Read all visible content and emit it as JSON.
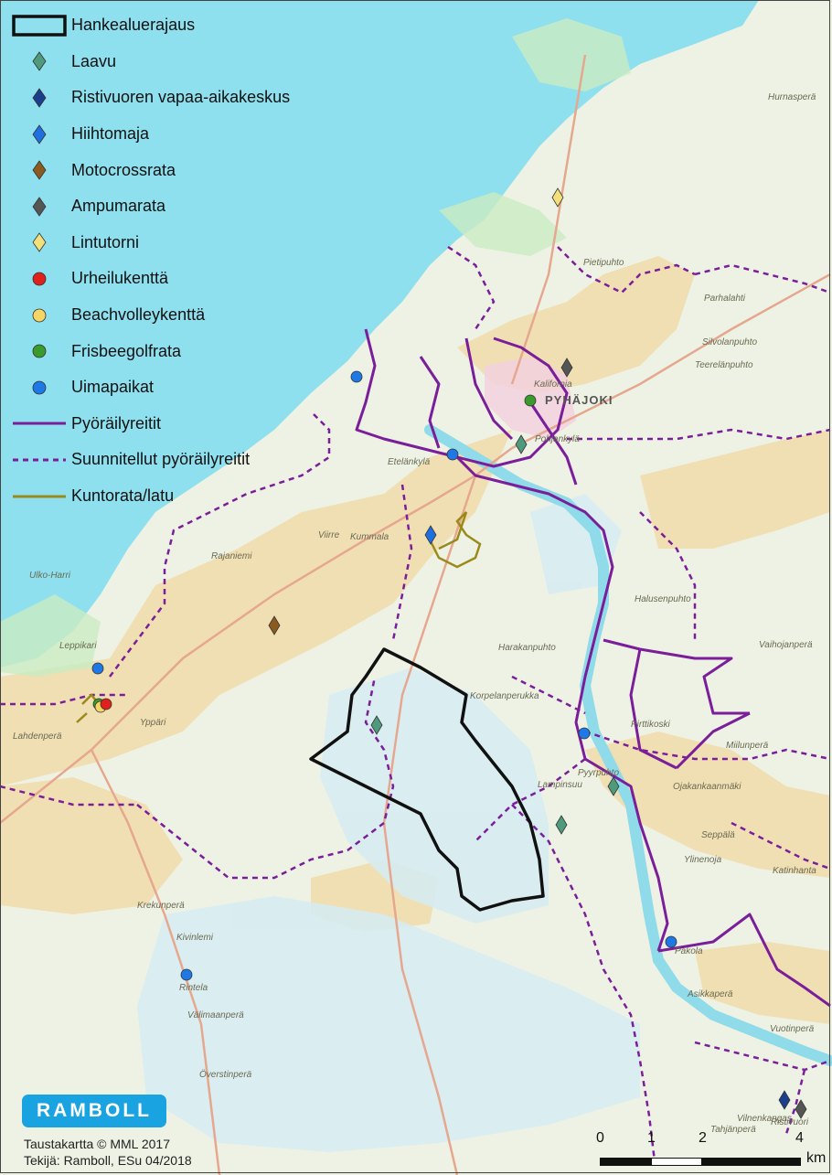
{
  "legend": {
    "items": [
      {
        "label": "Hankealuerajaus",
        "symbol": "boundary-icon"
      },
      {
        "label": "Laavu",
        "symbol": "diamond-icon",
        "color": "#4f9a7c"
      },
      {
        "label": "Ristivuoren vapaa-aikakeskus",
        "symbol": "diamond-icon",
        "color": "#1b3f8c"
      },
      {
        "label": "Hiihtomaja",
        "symbol": "diamond-icon",
        "color": "#1f6fe0"
      },
      {
        "label": "Motocrossrata",
        "symbol": "diamond-icon",
        "color": "#8a5a1e"
      },
      {
        "label": "Ampumarata",
        "symbol": "diamond-icon",
        "color": "#555555"
      },
      {
        "label": "Lintutorni",
        "symbol": "diamond-icon",
        "color": "#f3e07a"
      },
      {
        "label": "Urheilukenttä",
        "symbol": "circle-icon",
        "color": "#e0201b"
      },
      {
        "label": "Beachvolleykenttä",
        "symbol": "circle-icon",
        "color": "#f5d563"
      },
      {
        "label": "Frisbeegolfrata",
        "symbol": "circle-icon",
        "color": "#3a9a2c"
      },
      {
        "label": "Uimapaikat",
        "symbol": "circle-icon",
        "color": "#1e78e6"
      },
      {
        "label": "Pyöräilyreitit",
        "symbol": "solid-line-icon",
        "color": "#7a1e9a"
      },
      {
        "label": "Suunnitellut pyöräilyreitit",
        "symbol": "dashed-line-icon",
        "color": "#7a1e9a"
      },
      {
        "label": "Kuntorata/latu",
        "symbol": "solid-line-icon",
        "color": "#9a8a1a"
      }
    ]
  },
  "places": [
    {
      "name": "PYHÄJOKI",
      "style": "big"
    },
    {
      "name": "Etelänkylä",
      "style": "normal"
    },
    {
      "name": "Viirre",
      "style": "normal"
    },
    {
      "name": "Rajaniemi",
      "style": "normal"
    },
    {
      "name": "Yppäri",
      "style": "normal"
    },
    {
      "name": "Lahdenperä",
      "style": "normal"
    },
    {
      "name": "Krekunperä",
      "style": "normal"
    },
    {
      "name": "Välimaanperä",
      "style": "normal"
    },
    {
      "name": "Överstinperä",
      "style": "normal"
    },
    {
      "name": "Kalifornia",
      "style": "normal"
    },
    {
      "name": "Pohjankylä",
      "style": "normal"
    },
    {
      "name": "Pirttikoski",
      "style": "normal"
    },
    {
      "name": "Halusenpuhto",
      "style": "normal"
    },
    {
      "name": "Harakanpuhto",
      "style": "normal"
    },
    {
      "name": "Korpelanperukka",
      "style": "normal"
    },
    {
      "name": "Lampinsuu",
      "style": "normal"
    },
    {
      "name": "Miilunperä",
      "style": "normal"
    },
    {
      "name": "Ojakankaanmäki",
      "style": "normal"
    },
    {
      "name": "Ylinenoja",
      "style": "normal"
    },
    {
      "name": "Asikkaperä",
      "style": "normal"
    },
    {
      "name": "Vuotinperä",
      "style": "normal"
    },
    {
      "name": "Pakola",
      "style": "normal"
    },
    {
      "name": "Parhalahti",
      "style": "normal"
    },
    {
      "name": "Silvolanpuhto",
      "style": "normal"
    },
    {
      "name": "Teerelänpuhto",
      "style": "normal"
    },
    {
      "name": "Pietipuhto",
      "style": "normal"
    },
    {
      "name": "Hurnasperä",
      "style": "normal"
    },
    {
      "name": "Vaihojanperä",
      "style": "normal"
    },
    {
      "name": "Rintela",
      "style": "normal"
    },
    {
      "name": "Tahjänperä",
      "style": "normal"
    },
    {
      "name": "Ristivuori",
      "style": "normal"
    },
    {
      "name": "Vilnenkangas",
      "style": "normal"
    },
    {
      "name": "Kummala",
      "style": "normal"
    },
    {
      "name": "Ulko-Harri",
      "style": "normal"
    },
    {
      "name": "Pyyrpuhto",
      "style": "normal"
    },
    {
      "name": "Seppälä",
      "style": "normal"
    },
    {
      "name": "Katinhanta",
      "style": "normal"
    },
    {
      "name": "Kivinlemi",
      "style": "normal"
    },
    {
      "name": "Leppikari",
      "style": "normal"
    }
  ],
  "logo": {
    "text": "RAMBOLL"
  },
  "credits": {
    "line1": "Taustakartta © MML 2017",
    "line2": "Tekijä: Ramboll, ESu 04/2018"
  },
  "scalebar": {
    "labels": [
      "0",
      "1",
      "2",
      "4"
    ],
    "unit": "km"
  }
}
